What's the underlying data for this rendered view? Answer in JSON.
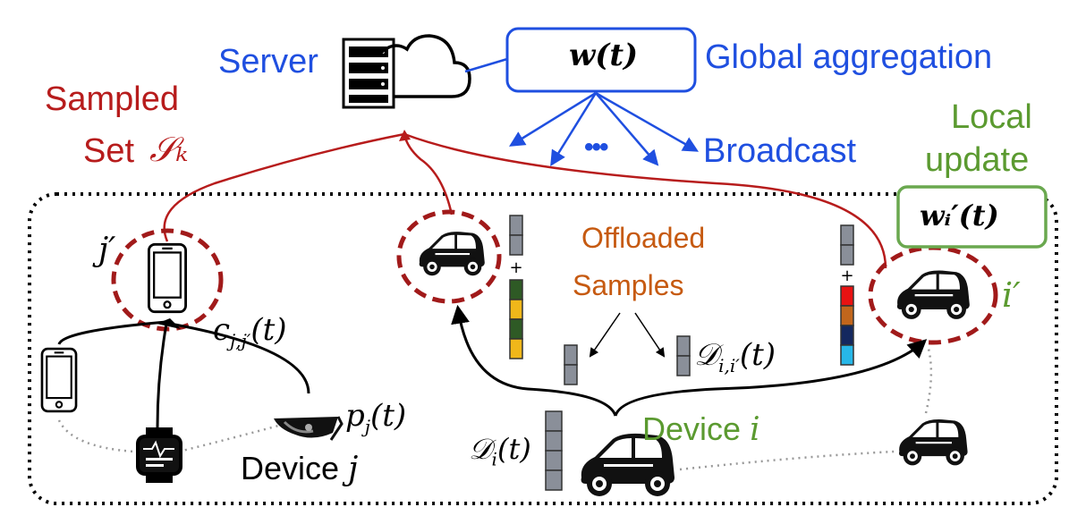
{
  "server_label": "Server",
  "global_model": "w(t)",
  "global_aggregation_label": "Global aggregation",
  "broadcast_label": "Broadcast",
  "broadcast_ellipsis": "•••",
  "sampled_set_label_line1": "Sampled",
  "sampled_set_label_line2": "Set",
  "sampled_set_symbol": "𝒮ₖ",
  "local_update_label_line1": "Local",
  "local_update_label_line2": "update",
  "local_model": "wᵢ′(t)",
  "offloaded_line1": "Offloaded",
  "offloaded_line2": "Samples",
  "device_i_label": "Device",
  "device_i_symbol": "i",
  "device_j_label": "Device",
  "device_j_symbol": "j",
  "j_prime": "j′",
  "i_prime": "i′",
  "c_link": "c",
  "c_sub": "j,j′",
  "c_arg": "(t)",
  "p_label": "p",
  "p_sub": "j",
  "p_arg": "(t)",
  "d_offload": "𝒟",
  "d_offload_sub": "i,i′",
  "d_offload_arg": "(t)",
  "d_local": "𝒟",
  "d_local_sub": "i",
  "d_local_arg": "(t)",
  "colors": {
    "blue": "#1f4fe0",
    "red": "#b71c1c",
    "green": "#5b9a30",
    "orange": "#c65a11",
    "grey_block": "#8a8f99"
  }
}
